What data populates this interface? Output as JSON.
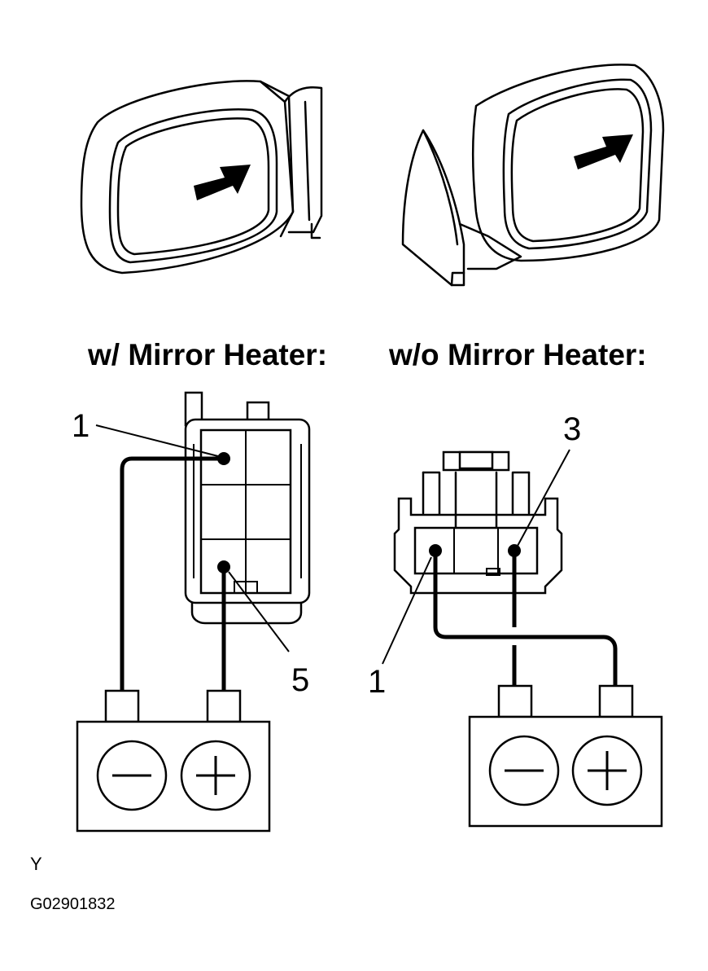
{
  "headings": {
    "with_heater": "w/ Mirror Heater:",
    "without_heater": "w/o Mirror Heater:"
  },
  "terminals": {
    "left_top": "1",
    "left_bottom": "5",
    "right_top": "3",
    "right_bottom": "1"
  },
  "battery": {
    "negative_symbol": "minus-icon",
    "positive_symbol": "plus-icon"
  },
  "footer": {
    "letter": "Y",
    "figure_code": "G02901832"
  }
}
